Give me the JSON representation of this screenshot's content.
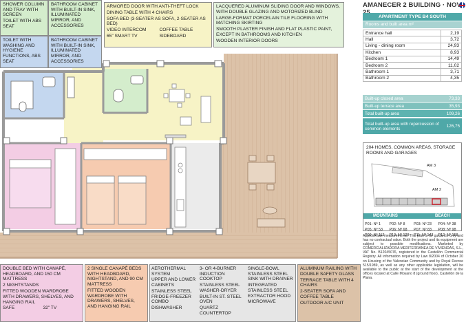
{
  "top_notes": {
    "bath_top": [
      "SHOWER COLUMN AND TRAY WITH SCREEN",
      "TOILET WITH ABS SEAT"
    ],
    "bath_top_right": [
      "BATHROOM CABINET WITH BUILT-IN SINK, ILLUMINATED MIRROR, AND ACCESSORIES"
    ],
    "bath_bottom": [
      "TOILET WITH WASHING AND HYGIENE FUNCTIONS, ABS SEAT"
    ],
    "bath_bottom_right": [
      "BATHROOM CABINET WITH BUILT-IN SINK, ILLUMINATED MIRROR, AND ACCESSORIES"
    ],
    "living_left": [
      "ARMORED DOOR WITH ANTI-THEFT LOCK",
      "DINING TABLE WITH 4 CHAIRS",
      "SOFA BED (3-SEATER AS SOFA, 2-SEATER AS BED)"
    ],
    "living_row_a": [
      "VIDEO INTERCOM",
      "65\" SMART TV"
    ],
    "living_row_b": [
      "COFFEE TABLE",
      "SIDEBOARD"
    ],
    "general": [
      "LACQUERED ALUMINUM SLIDING DOOR AND WINDOWS, WITH DOUBLE GLAZING AND MOTORIZED BLIND",
      "LARGE-FORMAT PORCELAIN TILE FLOORING WITH MATCHING SKIRTING",
      "SMOOTH PLASTER FINISH AND FLAT PLASTIC PAINT, EXCEPT IN BATHROOMS AND KITCHEN",
      "WOODEN INTERIOR DOORS"
    ]
  },
  "bottom_notes": {
    "bedroom1": [
      "DOUBLE BED WITH CANAPÉ, HEADBOARD, AND 150 CM MATTRESS",
      "2 NIGHTSTANDS",
      "FITTED WOODEN WARDROBE WITH DRAWERS, SHELVES, AND HANGING RAIL"
    ],
    "bedroom1_row": [
      "SAFE",
      "32\" TV"
    ],
    "bedroom2": [
      "2 SINGLE CANAPÉ BEDS WITH HEADBOARD, NIGHTSTAND, AND 90 CM MATTRESS",
      "FITTED WOODEN WARDROBE WITH DRAWERS, SHELVES, AND HANGING RAIL"
    ],
    "kitchen_col1": [
      "AEROTHERMAL SYSTEM",
      "UPPER AND LOWER CABINETS",
      "STAINLESS STEEL FRIDGE-FREEZER COMBO",
      "DISHWASHER"
    ],
    "kitchen_col2": [
      "3- OR 4-BURNER INDUCTION COOKTOP",
      "STAINLESS STEEL WASHER-DRYER",
      "BUILT-IN ST. STEEL OVEN",
      "QUARTZ COUNTERTOP"
    ],
    "kitchen_col3": [
      "SINGLE-BOWL STAINLESS STEEL SINK WITH DRAINER",
      "INTEGRATED STAINLESS STEEL EXTRACTOR HOOD",
      "MICROWAVE"
    ],
    "terrace": [
      "ALUMINUM RAILING WITH DOUBLE SAFETY GLASS",
      "TERRACE TABLE WITH 4 CHAIRS",
      "2-SEATER SOFA AND COFFEE TABLE",
      "OUTDOOR A/C UNIT"
    ]
  },
  "panel": {
    "title": "AMANECER 2 BUILDING · NOV. 25",
    "apartment_type": "APARTMENT TYPE B4 SOUTH",
    "rooms_header": "Rooms and built area m²",
    "rooms": [
      {
        "name": "Entrance hall",
        "value": "2,19"
      },
      {
        "name": "Hall",
        "value": "3,72"
      },
      {
        "name": "Living - dining room",
        "value": "24,93"
      },
      {
        "name": "Kitchen",
        "value": "8,93"
      },
      {
        "name": "Bedroom 1",
        "value": "14,49"
      },
      {
        "name": "Bedroom 2",
        "value": "11,02"
      },
      {
        "name": "Bathroom 1",
        "value": "3,71"
      },
      {
        "name": "Bathroom 2",
        "value": "4,35"
      }
    ],
    "totals": [
      {
        "name": "Built-up closed area",
        "value": "73,33"
      },
      {
        "name": "Built-up terrace area",
        "value": "35,93"
      },
      {
        "name": "Total built-up area",
        "value": "109,26"
      },
      {
        "name": "Total built-up area with repercussion of common elements",
        "value": "126,75"
      }
    ],
    "site_caption": "204 HOMES, COMMON AREAS, STORAGE ROOMS AND GARAGES",
    "am3": "AM 3",
    "am2": "AM 2",
    "mountains": "MOUNTAINS",
    "beach": "BEACH",
    "plots": [
      [
        "P01: Nº 1",
        "P02: Nº 8",
        "P03: Nº 23",
        "P04: Nº 38"
      ],
      [
        "P05: Nº 53",
        "P06: Nº 68",
        "P07: Nº 83",
        "P08: Nº 98"
      ],
      [
        "P09: Nº 113",
        "P10: Nº 128",
        "P11: Nº 143",
        "P12: Nº 158"
      ]
    ],
    "disclaimer": "Approximate measurements. This plan is for guidance only and has no contractual value. Both the project and its equipment are subject to possible modifications. Marketed by COMERCIALIZADORA MEDITERRÁNEA DE VIVIENDAS, S.L., VAT No. B12045076, registered in the Castellón Commercial Registry. All information required by Law 8/2004 of October 20 on Housing of the Valencian Community and by Royal Decree 515/1989, as well as any other applicable legislation, will be available to the public at the start of the development at the offices located at Calle Moyano 8 (ground floor), Castellón de la Plana."
  },
  "colors": {
    "bath_blue": "#c4d7ef",
    "bath_green": "#d4edcc",
    "living_yellow": "#f7f3c6",
    "general_green": "#e4f2dc",
    "bed1_pink": "#f3cde4",
    "bed2_orange": "#f6cbb0",
    "kitchen_grey": "#e6e6e6",
    "terrace_wood": "#dcc2a8",
    "teal": "#4fa8a8"
  }
}
